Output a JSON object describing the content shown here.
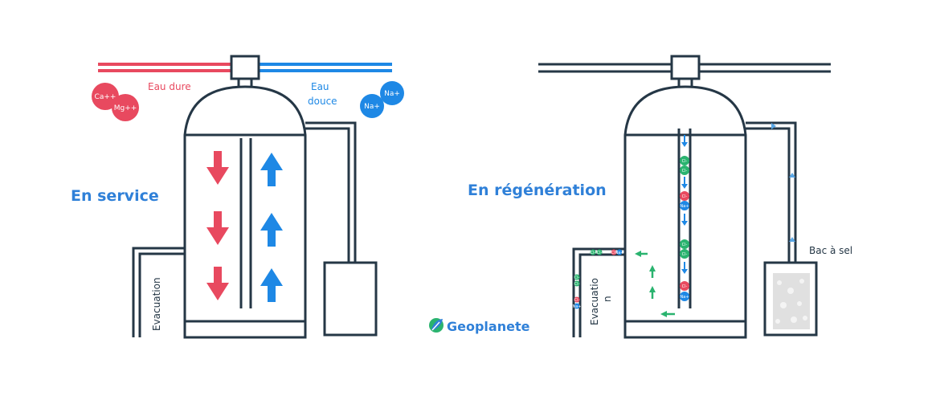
{
  "colors": {
    "outline": "#253746",
    "hard": "#e8495f",
    "soft": "#1e88e5",
    "green": "#2ab36f",
    "label_blue": "#2f80d8",
    "salt": "#cfcfcf"
  },
  "left": {
    "title": "En service",
    "hard_water_label": "Eau dure",
    "soft_water_label_line1": "Eau",
    "soft_water_label_line2": "douce",
    "ion_ca": "Ca++",
    "ion_mg": "Mg++",
    "ion_na1": "Na+",
    "ion_na2": "Na+",
    "evacuation_label": "Evacuation",
    "flow_down_arrows": 3,
    "flow_up_arrows": 3
  },
  "right": {
    "title": "En régénération",
    "salt_tank_label": "Bac à sel",
    "evacuation_line1": "Evacuatio",
    "evacuation_line2": "n",
    "ion_cl": "Cl-",
    "ion_na": "Na+"
  },
  "brand": {
    "logo_text": "Geoplanete",
    "logo_icon": "leaf-icon"
  }
}
